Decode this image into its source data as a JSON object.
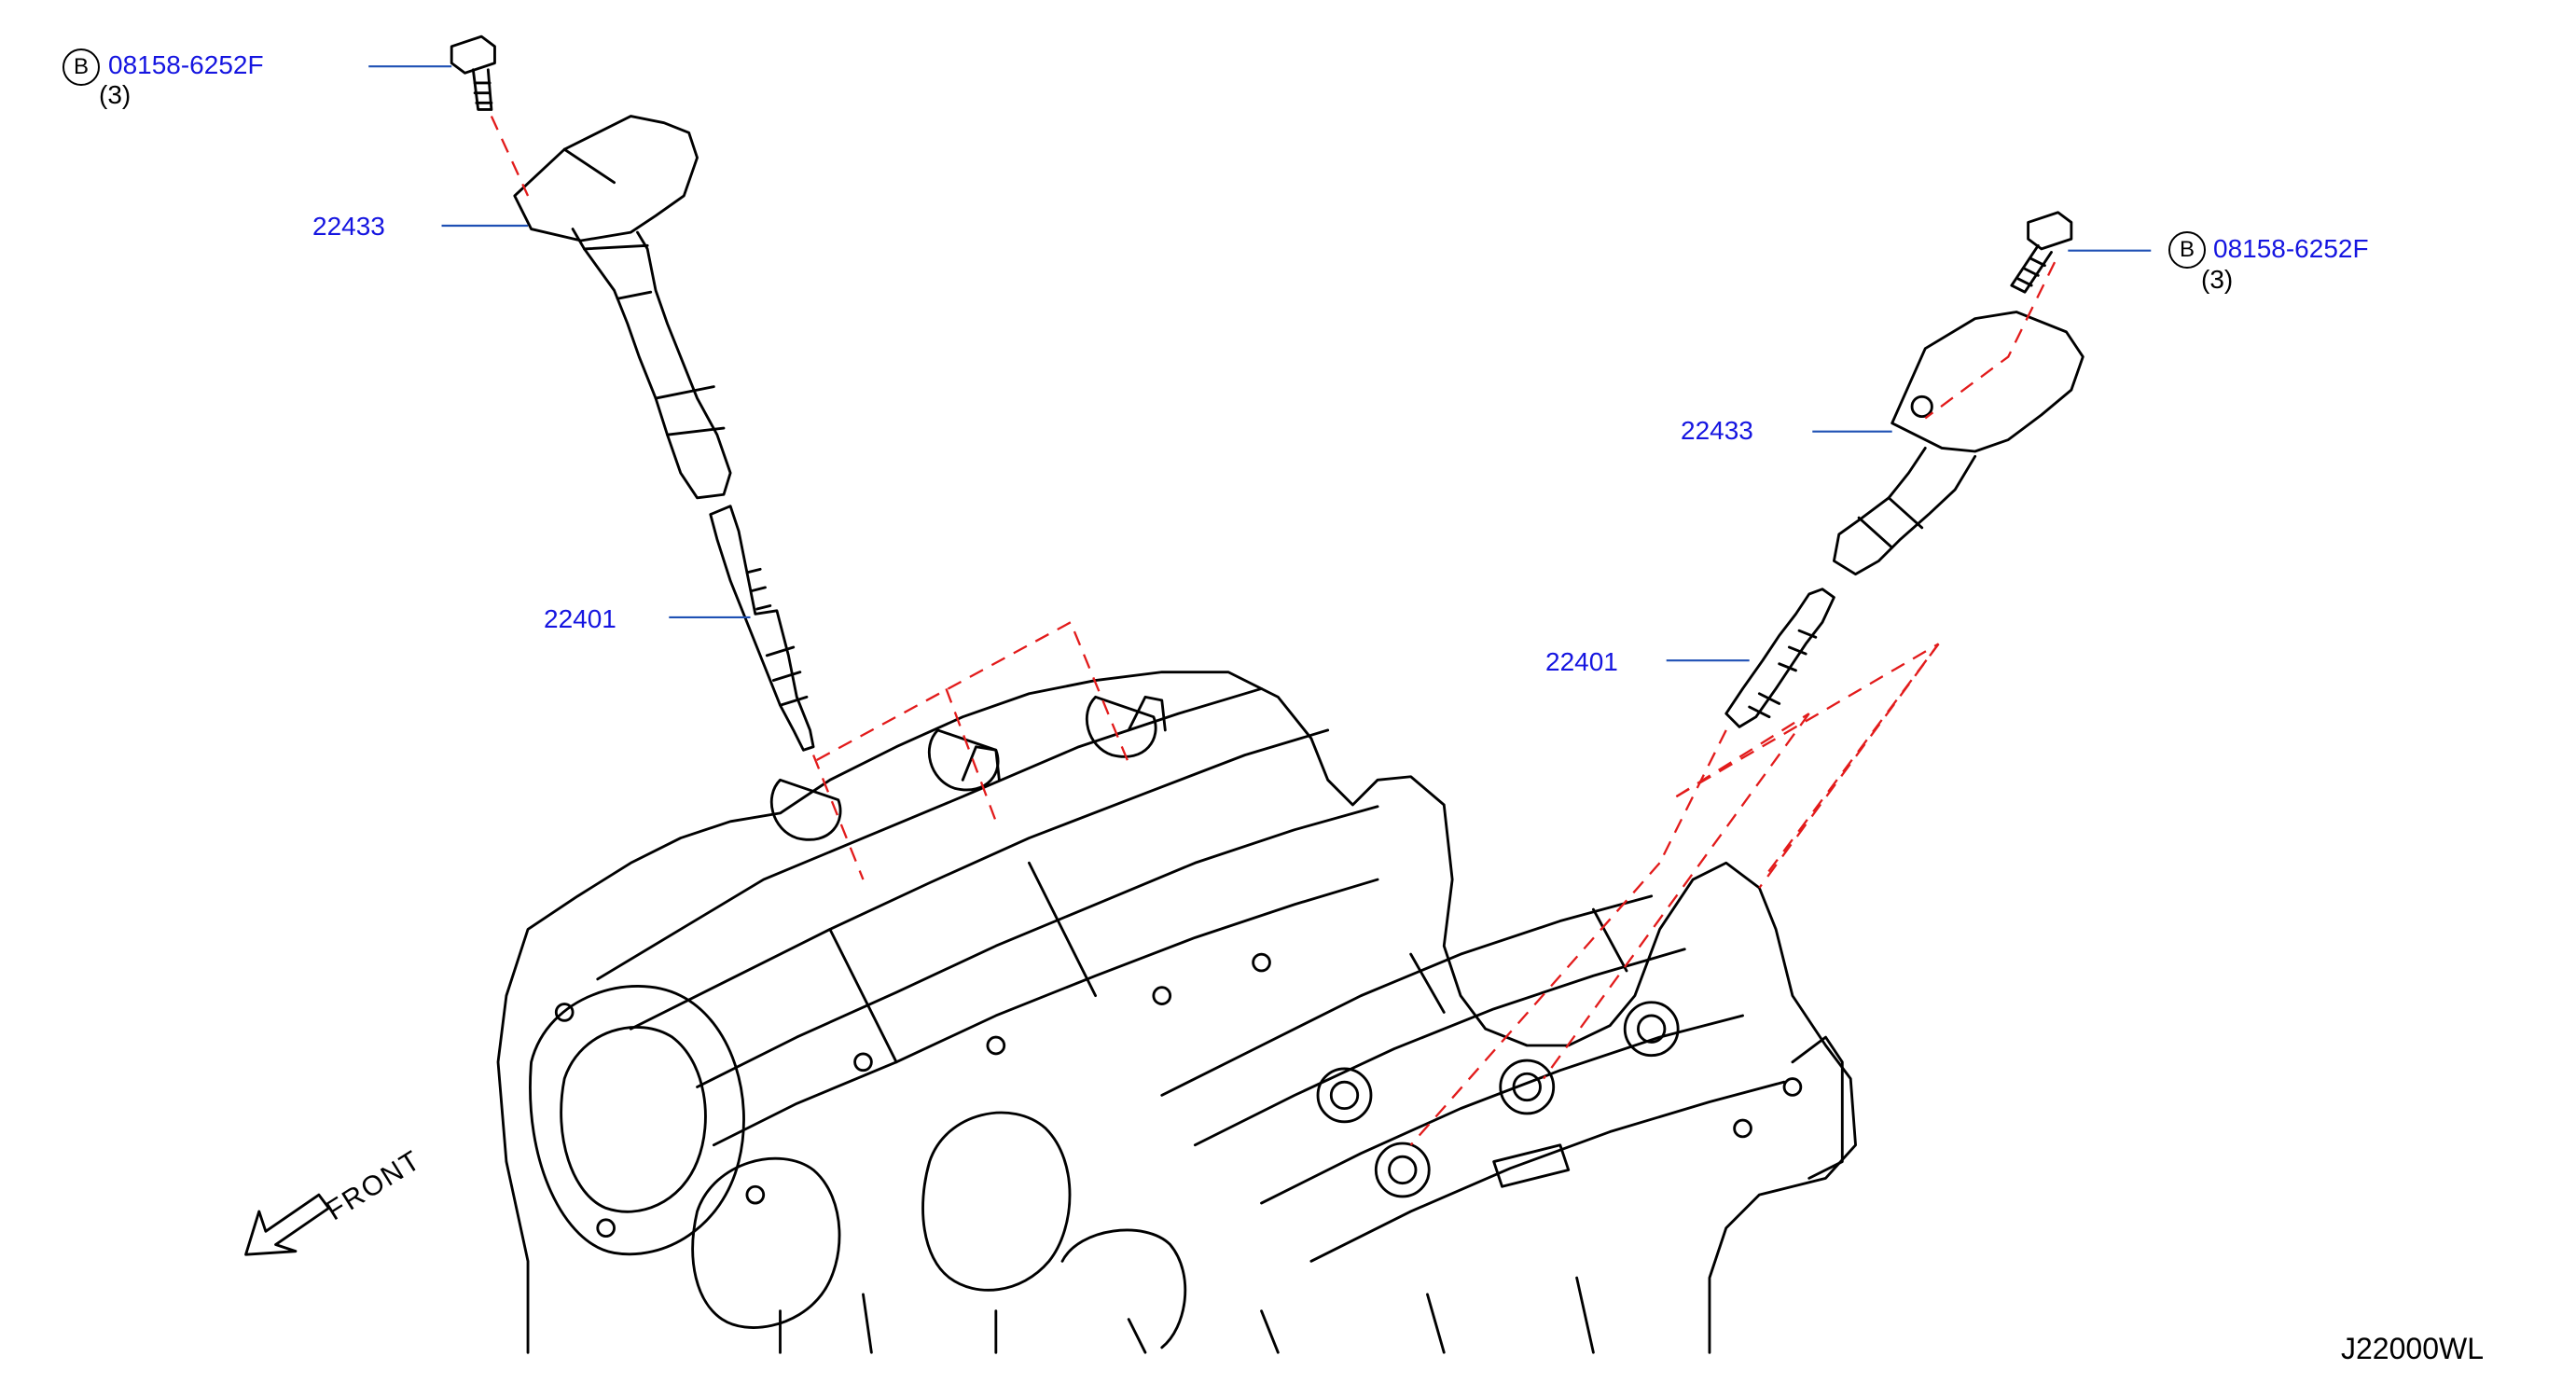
{
  "diagram": {
    "labels": {
      "bolt_left_callout": "B",
      "bolt_left_part": "08158-6252F",
      "bolt_left_qty": "(3)",
      "coil_left_part": "22433",
      "plug_left_part": "22401",
      "bolt_right_callout": "B",
      "bolt_right_part": "08158-6252F",
      "bolt_right_qty": "(3)",
      "coil_right_part": "22433",
      "plug_right_part": "22401",
      "front": "FRONT",
      "diagram_code": "J22000WL"
    },
    "colors": {
      "part_number": "#1515e0",
      "leader": "#1e50b4",
      "guide_dash": "#e21b1b",
      "linework": "#000000"
    },
    "icons": [
      "bolt-icon",
      "ignition-coil-icon",
      "spark-plug-icon",
      "engine-icon",
      "front-arrow-icon"
    ]
  }
}
